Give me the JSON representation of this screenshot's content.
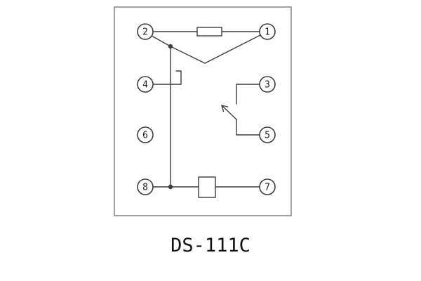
{
  "diagram": {
    "title": "DS-111C",
    "terminals": {
      "t1": "1",
      "t2": "2",
      "t3": "3",
      "t4": "4",
      "t5": "5",
      "t6": "6",
      "t7": "7",
      "t8": "8"
    },
    "components": [
      "resistor",
      "changeover-contact",
      "normally-open-contact",
      "coil"
    ],
    "colors": {
      "line": "#3c3c3c",
      "frame": "#8a8a8a",
      "background": "#ffffff",
      "text": "#111111"
    }
  }
}
